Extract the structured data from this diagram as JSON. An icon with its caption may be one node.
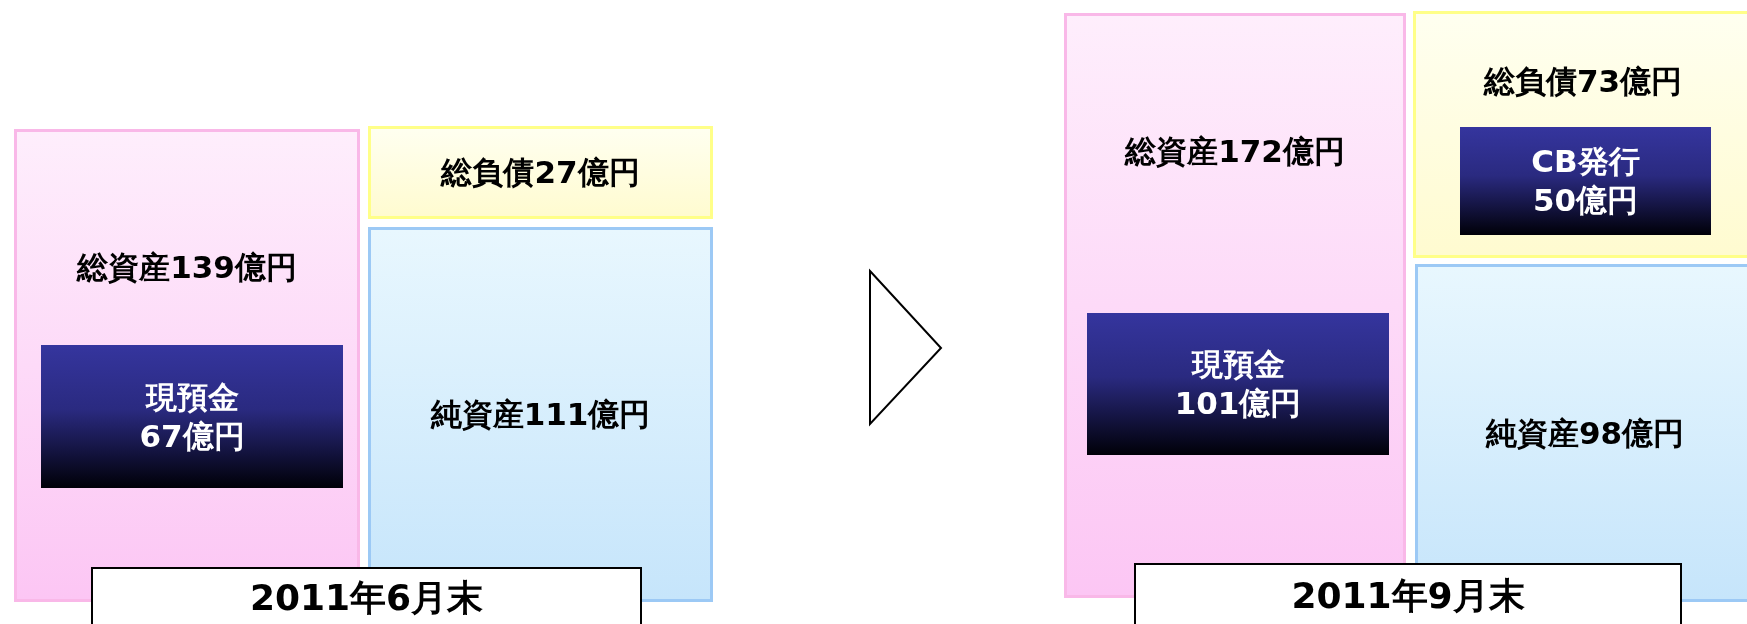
{
  "diagram": {
    "nodes": [
      {
        "text": [
          "総資産139億円"
        ]
      },
      {
        "text": [
          "現預金",
          "67億円"
        ],
        "in": 0
      },
      {
        "text": [
          "総負債27億円"
        ]
      },
      {
        "text": [
          "純資産111億円"
        ]
      },
      {
        "text": [
          "2011年6月末"
        ]
      },
      {
        "text": [
          "総資産172億円"
        ]
      },
      {
        "text": [
          "現預金",
          "101億円"
        ],
        "in": 5
      },
      {
        "text": [
          "総負債73億円"
        ]
      },
      {
        "text": [
          "CB発行",
          "50億円"
        ],
        "in": 7
      },
      {
        "text": [
          "純資産98億円"
        ]
      },
      {
        "text": [
          "2011年9月末"
        ]
      }
    ]
  }
}
